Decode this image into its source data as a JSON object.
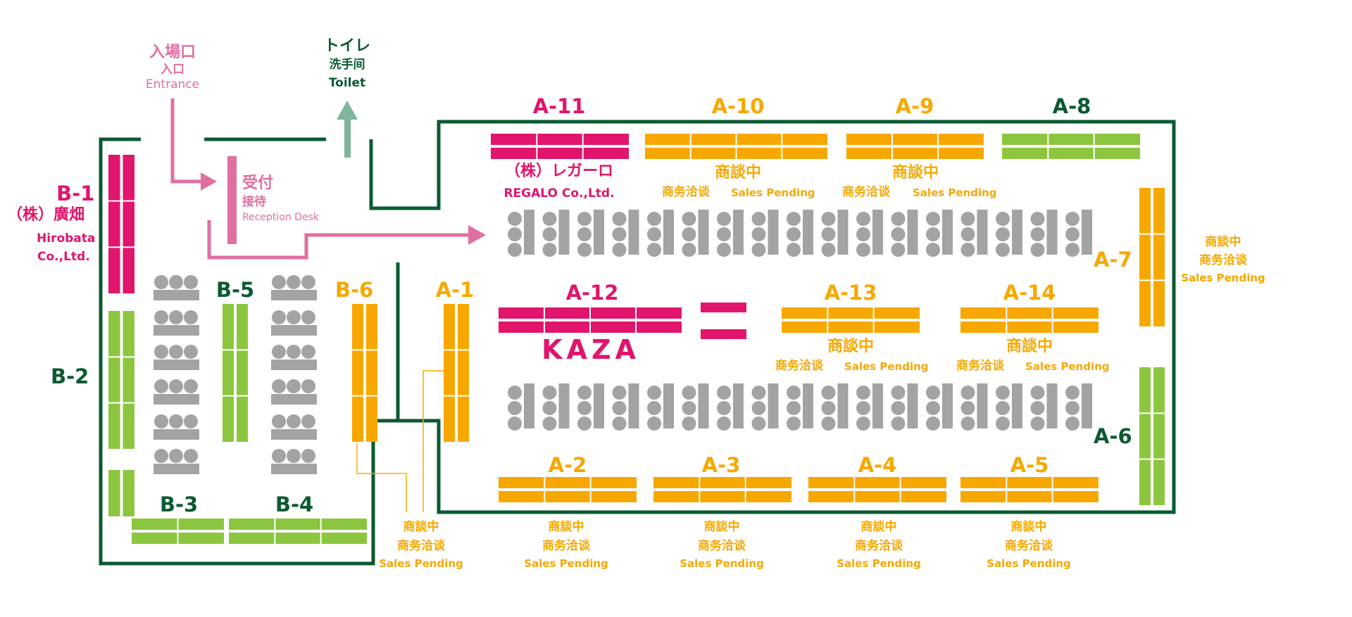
{
  "colors": {
    "wall": "#0b5a32",
    "sold": "#e0156b",
    "pending": "#f7a800",
    "available": "#8cc63f",
    "seating": "#a3a3a3",
    "route": "#e06fa1",
    "toilet_route": "#7fb59b"
  },
  "entrance": {
    "line1": "入場口",
    "line2": "入口",
    "line3": "Entrance"
  },
  "toilet": {
    "line1": "トイレ",
    "line2": "洗手间",
    "line3": "Toilet"
  },
  "reception": {
    "line1": "受付",
    "line2": "接待",
    "line3": "Reception Desk"
  },
  "pending": {
    "jp": "商談中",
    "cn": "商务洽谈",
    "en": "Sales Pending"
  },
  "booths": {
    "a1": "A-1",
    "a2": "A-2",
    "a3": "A-3",
    "a4": "A-4",
    "a5": "A-5",
    "a6": "A-6",
    "a7": "A-7",
    "a8": "A-8",
    "a9": "A-9",
    "a10": "A-10",
    "a11": "A-11",
    "a12": "A-12",
    "a13": "A-13",
    "a14": "A-14",
    "b1": "B-1",
    "b2": "B-2",
    "b3": "B-3",
    "b4": "B-4",
    "b5": "B-5",
    "b6": "B-6"
  },
  "exhibitors": {
    "a11_jp": "（株）レガーロ",
    "a11_en": "REGALO Co.,Ltd.",
    "a12": "KAZA",
    "b1_jp": "（株）廣畑",
    "b1_en1": "Hirobata",
    "b1_en2": "Co.,Ltd."
  },
  "status": {
    "sold": [
      "A-11",
      "A-12",
      "B-1"
    ],
    "pending": [
      "A-1",
      "A-2",
      "A-3",
      "A-4",
      "A-5",
      "A-7",
      "A-9",
      "A-10",
      "A-13",
      "A-14",
      "B-6"
    ],
    "available": [
      "A-6",
      "A-8",
      "B-2",
      "B-3",
      "B-4",
      "B-5"
    ]
  }
}
